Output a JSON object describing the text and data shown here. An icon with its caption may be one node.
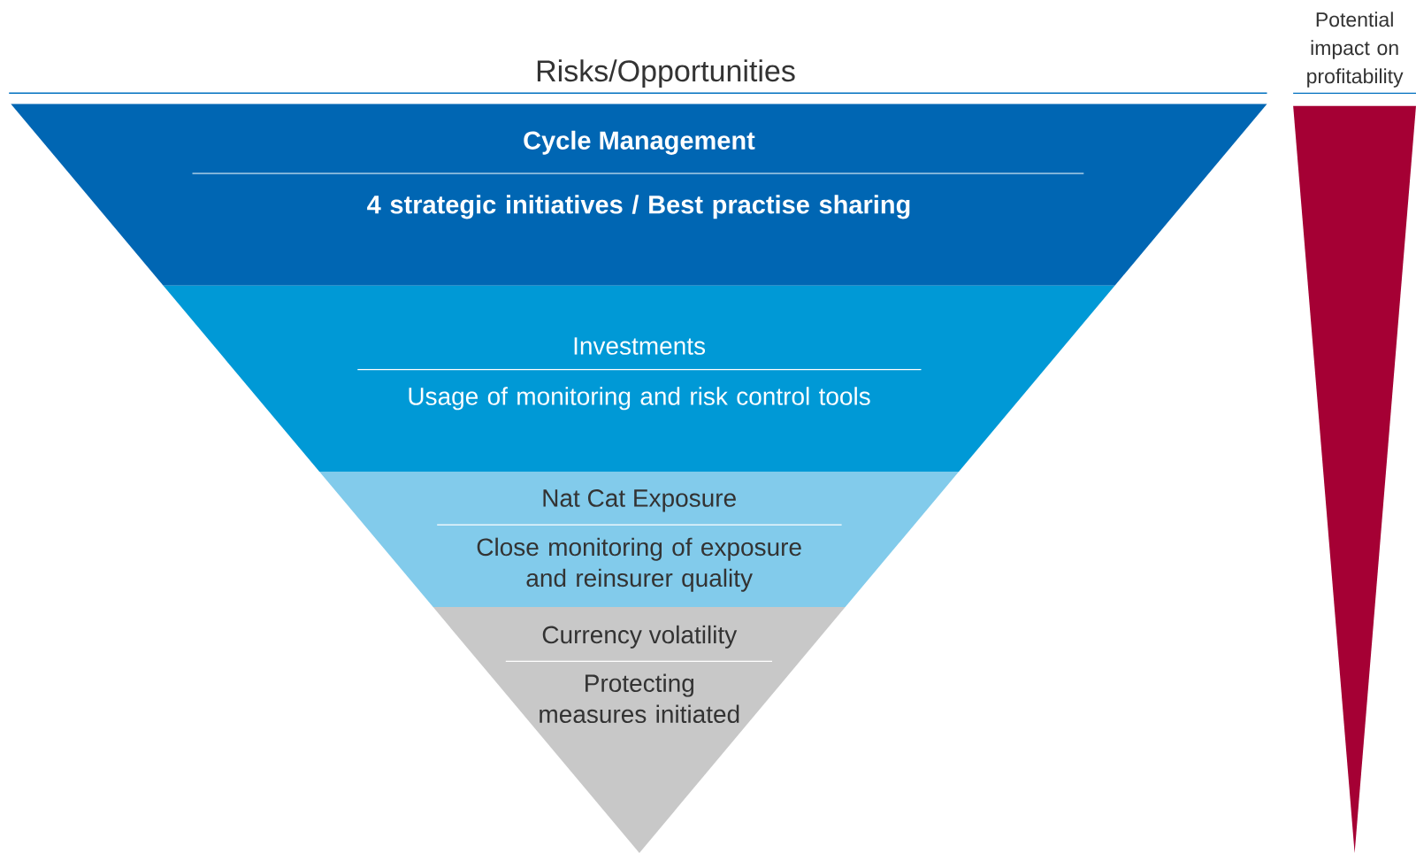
{
  "diagram": {
    "title": "Risks/Opportunities",
    "nodes": [
      {
        "text": [
          "Cycle Management",
          "4 strategic initiatives / Best practise sharing"
        ]
      },
      {
        "text": [
          "Investments",
          "Usage of monitoring and risk control tools"
        ]
      },
      {
        "text": [
          "Nat Cat Exposure",
          "Close monitoring of exposure and reinsurer quality"
        ]
      },
      {
        "text": [
          "Currency volatility",
          "Protecting measures initiated"
        ]
      },
      {
        "text": [
          "Potential impact on profitability"
        ]
      }
    ],
    "edges": []
  }
}
